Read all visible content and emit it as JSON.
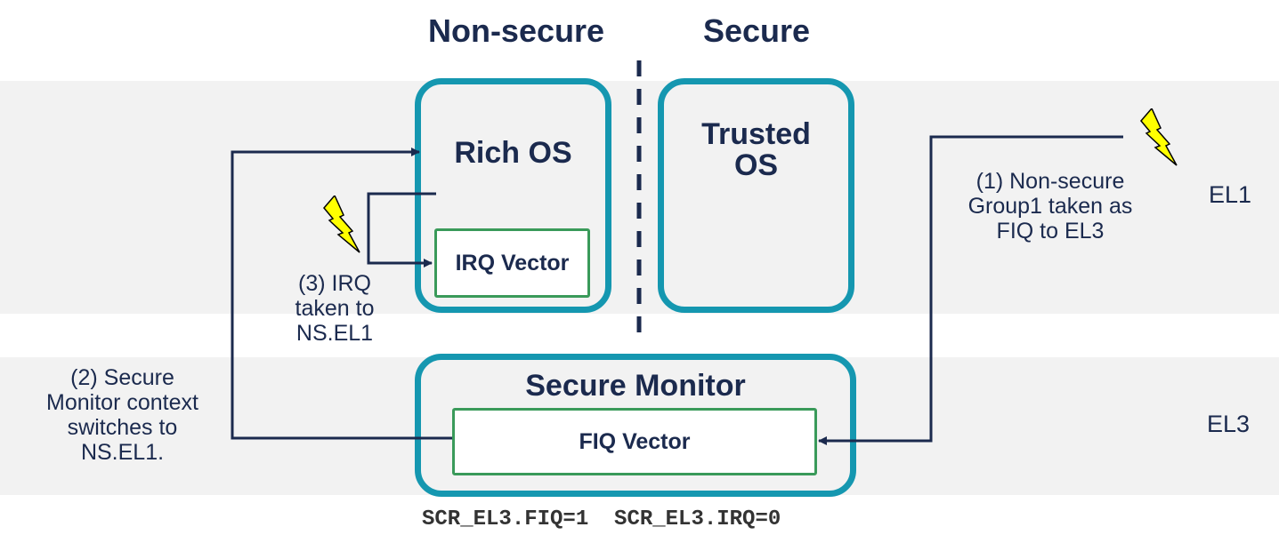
{
  "headings": {
    "non_secure": "Non-secure",
    "secure": "Secure"
  },
  "levels": {
    "el1": "EL1",
    "el3": "EL3"
  },
  "boxes": {
    "rich_os": {
      "title": "Rich OS",
      "vector": "IRQ Vector"
    },
    "trusted_os": {
      "title_line1": "Trusted",
      "title_line2": "OS"
    },
    "secure_monitor": {
      "title": "Secure Monitor",
      "vector": "FIQ Vector"
    }
  },
  "notes": {
    "step1": [
      "(1) Non-secure",
      "Group1 taken as",
      "FIQ to EL3"
    ],
    "step2": [
      "(2) Secure",
      "Monitor context",
      "switches to",
      "NS.EL1."
    ],
    "step3": [
      "(3) IRQ",
      "taken to",
      "NS.EL1"
    ]
  },
  "registers": "SCR_EL3.FIQ=1  SCR_EL3.IRQ=0",
  "colors": {
    "box_border": "#1597b0",
    "vector_border": "#3a9a5a",
    "arrow": "#1b2a4e",
    "text": "#1b2a4e",
    "lightning": "#ffff00",
    "band": "#f2f2f2"
  },
  "icons": {
    "interrupt": "lightning-bolt-icon"
  }
}
